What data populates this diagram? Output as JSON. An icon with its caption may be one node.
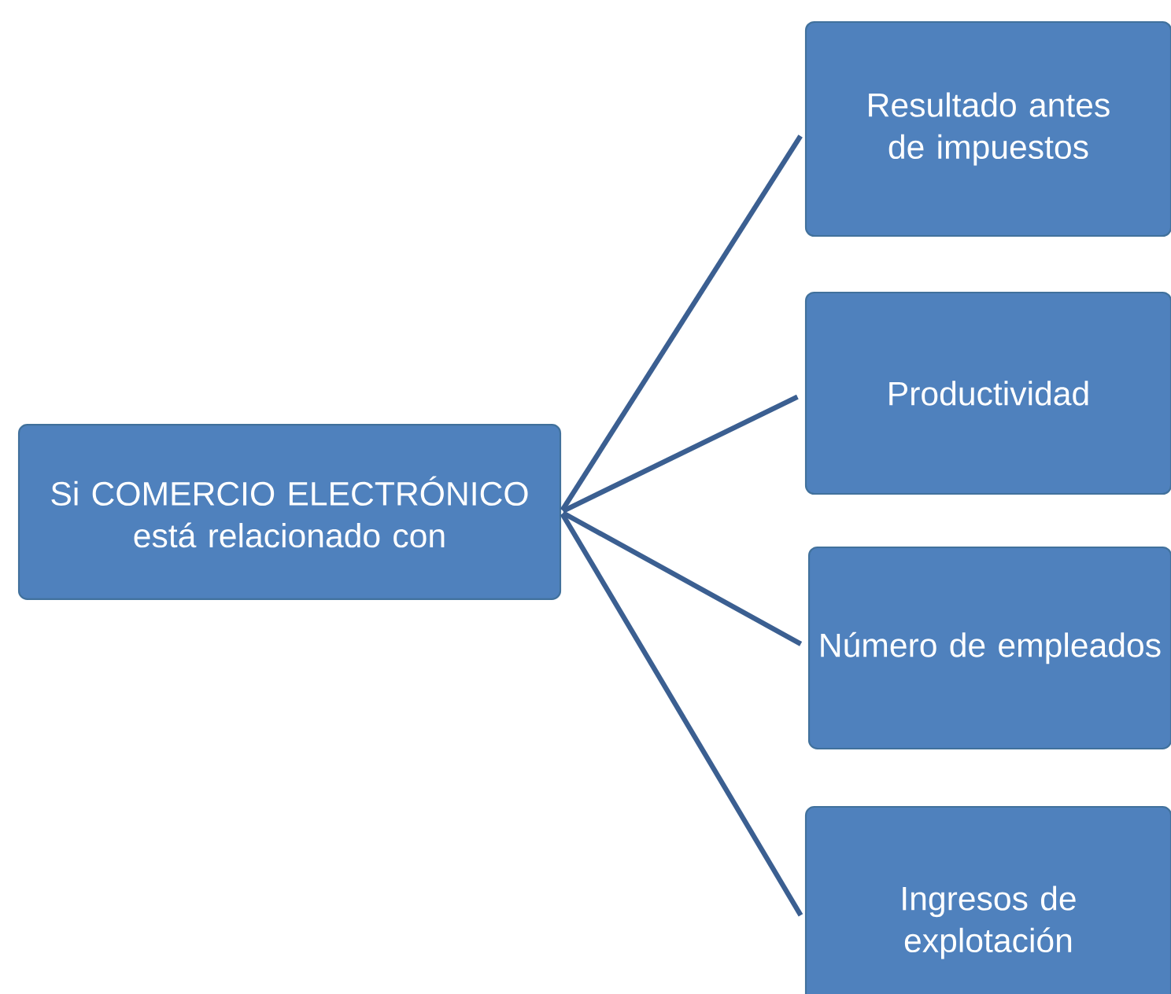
{
  "diagram": {
    "nodes": [
      {
        "text": [
          "Si COMERCIO ELECTRÓNICO está relacionado con"
        ]
      },
      {
        "text": [
          "Resultado antes de impuestos"
        ]
      },
      {
        "text": [
          "Productividad"
        ]
      },
      {
        "text": [
          "Número de empleados"
        ]
      },
      {
        "text": [
          "Ingresos de explotación"
        ]
      }
    ],
    "edges": [
      {
        "from": 0,
        "to": 1,
        "arrow": "none"
      },
      {
        "from": 0,
        "to": 2,
        "arrow": "none"
      },
      {
        "from": 0,
        "to": 3,
        "arrow": "none"
      },
      {
        "from": 0,
        "to": 4,
        "arrow": "none"
      }
    ]
  }
}
